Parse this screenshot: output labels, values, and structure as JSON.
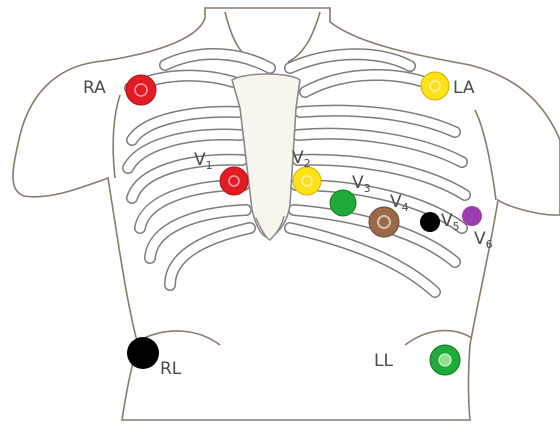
{
  "colors": {
    "skin": "#f5d3a6",
    "bone": "#f8f4ee",
    "bone_edge": "#8a8a8a",
    "label": "#4a4a4a"
  },
  "electrodes": [
    {
      "id": "RA",
      "label": "RA",
      "color": "#e31b23",
      "icon": "electrode-ring"
    },
    {
      "id": "LA",
      "label": "LA",
      "color": "#ffe11a",
      "icon": "electrode-ring"
    },
    {
      "id": "V1",
      "label": "V",
      "sub": "1",
      "color": "#e31b23",
      "icon": "electrode-ring"
    },
    {
      "id": "V2",
      "label": "V",
      "sub": "2",
      "color": "#ffe11a",
      "icon": "electrode-ring"
    },
    {
      "id": "V3",
      "label": "V",
      "sub": "3",
      "color": "#1faa3a",
      "icon": "electrode-dot"
    },
    {
      "id": "V4",
      "label": "V",
      "sub": "4",
      "color": "#9a6a48",
      "icon": "electrode-ring"
    },
    {
      "id": "V5",
      "label": "V",
      "sub": "5",
      "color": "#000000",
      "icon": "electrode-dot"
    },
    {
      "id": "V6",
      "label": "V",
      "sub": "6",
      "color": "#9b3fb0",
      "icon": "electrode-dot"
    },
    {
      "id": "RL",
      "label": "RL",
      "color": "#000000",
      "icon": "electrode-dot"
    },
    {
      "id": "LL",
      "label": "LL",
      "color": "#1faa3a",
      "icon": "electrode-ring"
    }
  ]
}
